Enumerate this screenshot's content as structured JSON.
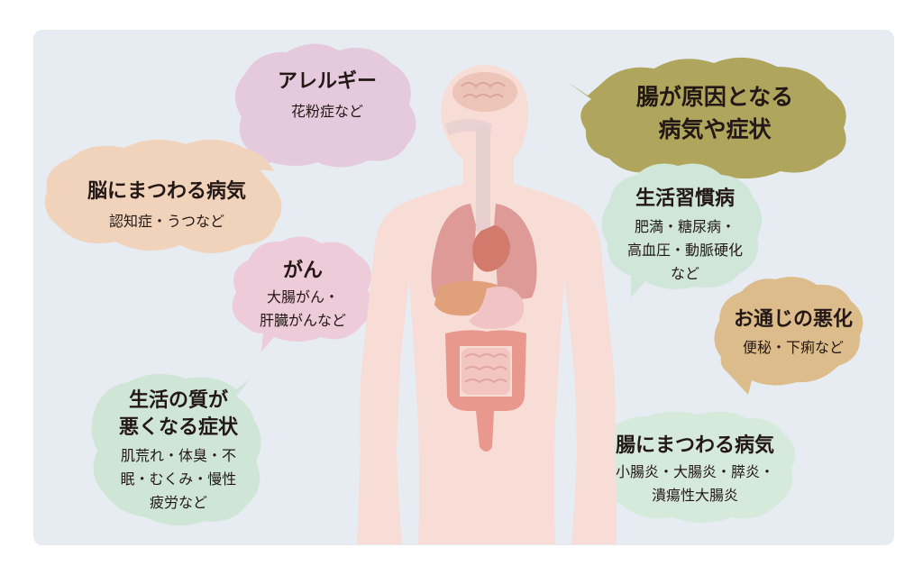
{
  "title": {
    "line1": "腸が原因となる",
    "line2": "病気や症状"
  },
  "bubbles": {
    "allergy": {
      "heading": "アレルギー",
      "detail": "花粉症など"
    },
    "brain": {
      "heading": "脳にまつわる病気",
      "detail": "認知症・うつなど"
    },
    "cancer": {
      "heading": "がん",
      "detail_1": "大腸がん・",
      "detail_2": "肝臓がんなど"
    },
    "quality": {
      "heading_1": "生活の質が",
      "heading_2": "悪くなる症状",
      "detail_1": "肌荒れ・体臭・不",
      "detail_2": "眠・むくみ・慢性",
      "detail_3": "疲労など"
    },
    "lifestyle": {
      "heading": "生活習慣病",
      "detail_1": "肥満・糖尿病・",
      "detail_2": "高血圧・動脈硬化",
      "detail_3": "など"
    },
    "bowel": {
      "heading": "お通じの悪化",
      "detail": "便秘・下痢など"
    },
    "gut": {
      "heading": "腸にまつわる病気",
      "detail_1": "小腸炎・大腸炎・膵炎・",
      "detail_2": "潰瘍性大腸炎"
    }
  },
  "colors": {
    "background_panel": "#e6ecf2",
    "allergy_bubble": "#e5c9dc",
    "brain_bubble": "#f1d3bb",
    "cancer_bubble": "#eecbd9",
    "quality_bubble": "#cfe6d6",
    "title_bubble": "#b0a55c",
    "lifestyle_bubble": "#cfe6d8",
    "bowel_bubble": "#ddbc8c",
    "gut_bubble": "#d6eadc",
    "body": "#f8dcd6"
  }
}
